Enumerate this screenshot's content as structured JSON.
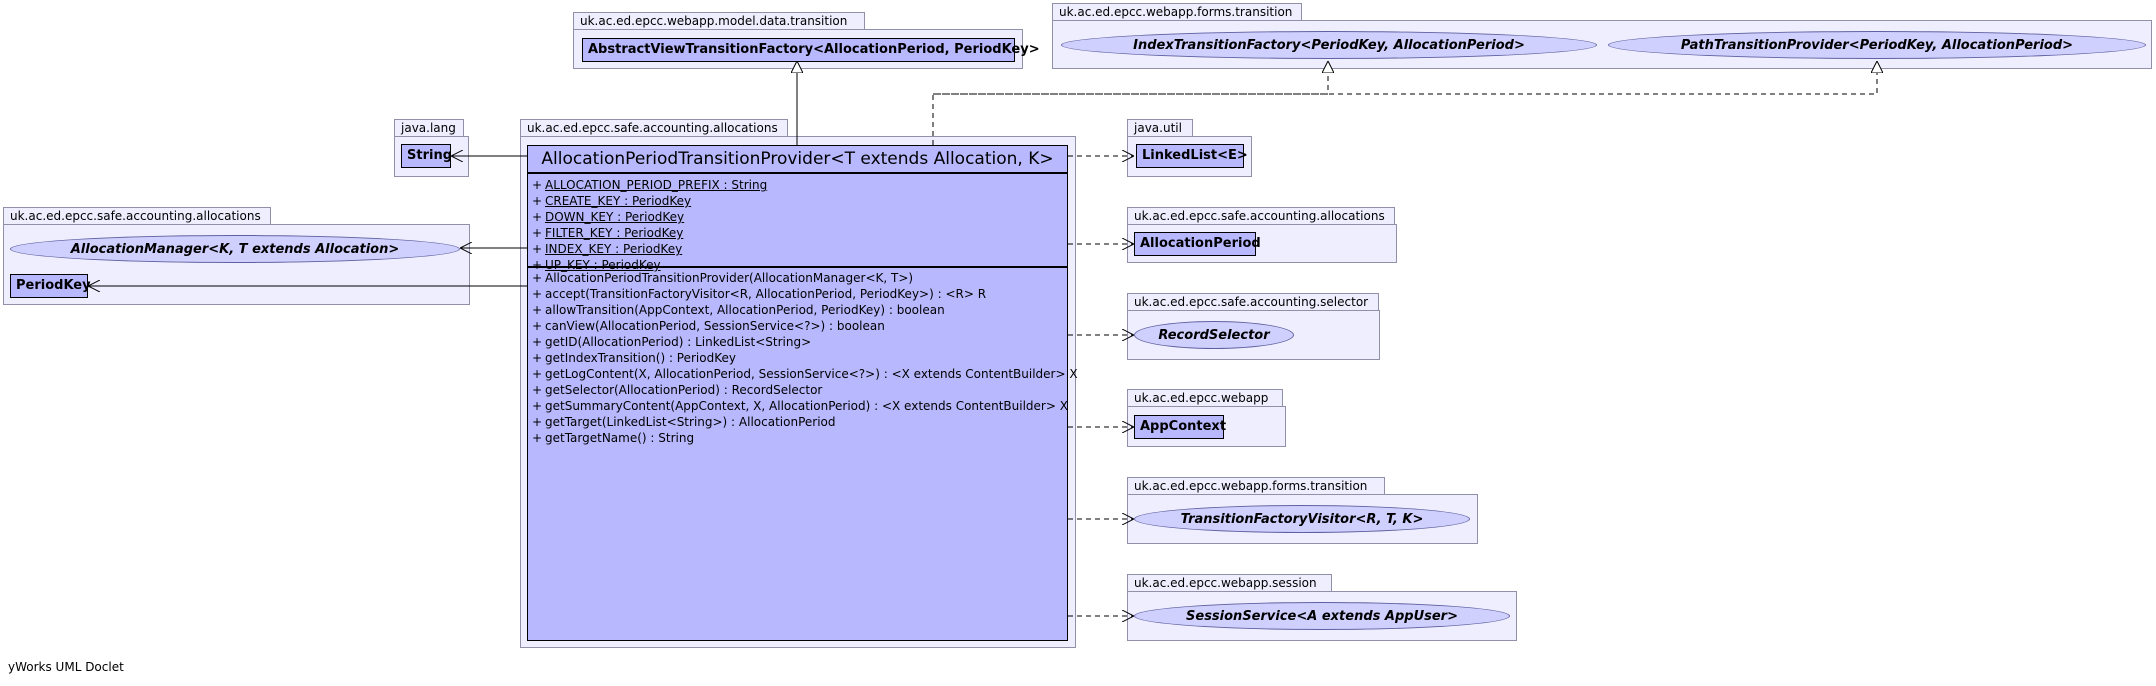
{
  "packages": {
    "model_data_transition": "uk.ac.ed.epcc.webapp.model.data.transition",
    "forms_transition_top": "uk.ac.ed.epcc.webapp.forms.transition",
    "java_lang": "java.lang",
    "accounting_main": "uk.ac.ed.epcc.safe.accounting.allocations",
    "java_util": "java.util",
    "accounting_left": "uk.ac.ed.epcc.safe.accounting.allocations",
    "accounting_right": "uk.ac.ed.epcc.safe.accounting.allocations",
    "selector": "uk.ac.ed.epcc.safe.accounting.selector",
    "webapp": "uk.ac.ed.epcc.webapp",
    "forms_transition_right": "uk.ac.ed.epcc.webapp.forms.transition",
    "session": "uk.ac.ed.epcc.webapp.session"
  },
  "classes": {
    "abstract_view_factory": "AbstractViewTransitionFactory<AllocationPeriod, PeriodKey>",
    "string": "String",
    "linked_list": "LinkedList<E>",
    "period_key": "PeriodKey",
    "allocation_period": "AllocationPeriod",
    "app_context": "AppContext"
  },
  "interfaces": {
    "index_transition_factory": "IndexTransitionFactory<PeriodKey, AllocationPeriod>",
    "path_transition_provider": "PathTransitionProvider<PeriodKey, AllocationPeriod>",
    "allocation_manager": "AllocationManager<K, T extends Allocation>",
    "record_selector": "RecordSelector",
    "transition_factory_visitor": "TransitionFactoryVisitor<R, T, K>",
    "session_service": "SessionService<A extends AppUser>"
  },
  "main_class": {
    "title": "AllocationPeriodTransitionProvider<T extends Allocation, K>",
    "attributes": [
      {
        "vis": "+",
        "sig": "ALLOCATION_PERIOD_PREFIX : String"
      },
      {
        "vis": "+",
        "sig": "CREATE_KEY : PeriodKey"
      },
      {
        "vis": "+",
        "sig": "DOWN_KEY : PeriodKey"
      },
      {
        "vis": "+",
        "sig": "FILTER_KEY : PeriodKey"
      },
      {
        "vis": "+",
        "sig": "INDEX_KEY : PeriodKey"
      },
      {
        "vis": "+",
        "sig": "UP_KEY : PeriodKey"
      }
    ],
    "operations": [
      {
        "vis": "+",
        "sig": "AllocationPeriodTransitionProvider(AllocationManager<K, T>)"
      },
      {
        "vis": "+",
        "sig": "accept(TransitionFactoryVisitor<R, AllocationPeriod, PeriodKey>) : <R> R"
      },
      {
        "vis": "+",
        "sig": "allowTransition(AppContext, AllocationPeriod, PeriodKey) : boolean"
      },
      {
        "vis": "+",
        "sig": "canView(AllocationPeriod, SessionService<?>) : boolean"
      },
      {
        "vis": "+",
        "sig": "getID(AllocationPeriod) : LinkedList<String>"
      },
      {
        "vis": "+",
        "sig": "getIndexTransition() : PeriodKey"
      },
      {
        "vis": "+",
        "sig": "getLogContent(X, AllocationPeriod, SessionService<?>) : <X extends ContentBuilder> X"
      },
      {
        "vis": "+",
        "sig": "getSelector(AllocationPeriod) : RecordSelector"
      },
      {
        "vis": "+",
        "sig": "getSummaryContent(AppContext, X, AllocationPeriod) : <X extends ContentBuilder> X"
      },
      {
        "vis": "+",
        "sig": "getTarget(LinkedList<String>) : AllocationPeriod"
      },
      {
        "vis": "+",
        "sig": "getTargetName() : String"
      }
    ]
  },
  "footer": "yWorks UML Doclet",
  "colors": {
    "package_fill": "#eeeeff",
    "package_border": "#9090a8",
    "class_fill": "#b8b8ff",
    "interface_fill": "#d0d0ff",
    "line": "#000000"
  }
}
